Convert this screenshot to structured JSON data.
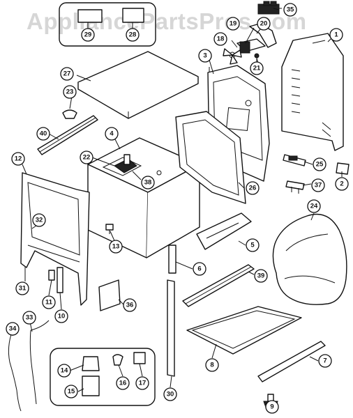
{
  "watermark": "AppliancePartsPros.com",
  "callouts": {
    "c1": "1",
    "c2": "2",
    "c3": "3",
    "c4": "4",
    "c5": "5",
    "c6": "6",
    "c7": "7",
    "c8": "8",
    "c9": "9",
    "c10": "10",
    "c11": "11",
    "c12": "12",
    "c13": "13",
    "c14": "14",
    "c15": "15",
    "c16": "16",
    "c17": "17",
    "c18": "18",
    "c19": "19",
    "c20": "20",
    "c21": "21",
    "c22": "22",
    "c23": "23",
    "c24": "24",
    "c25": "25",
    "c26": "26",
    "c27": "27",
    "c28": "28",
    "c29": "29",
    "c30": "30",
    "c31": "31",
    "c32": "32",
    "c33": "33",
    "c34": "34",
    "c35": "35",
    "c36": "36",
    "c37": "37",
    "c38": "38",
    "c39": "39",
    "c40": "40"
  }
}
